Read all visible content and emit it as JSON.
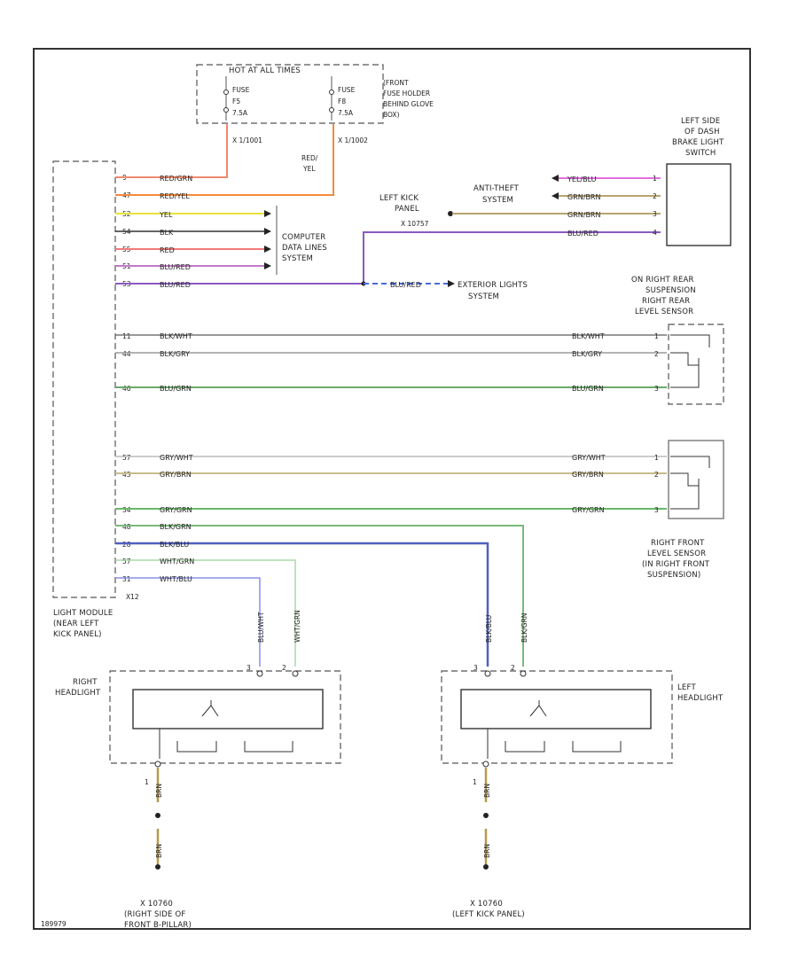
{
  "relay_box": {
    "title": "HOT AT ALL TIMES",
    "fuse_left": [
      "FUSE",
      "F5",
      "7.5A"
    ],
    "fuse_right": [
      "FUSE",
      "F8",
      "7.5A"
    ],
    "conn_left": "X 1/1001",
    "conn_right": "X 1/1002",
    "fuse_holder": [
      "(FRONT",
      "FUSE HOLDER",
      "BEHIND GLOVE",
      "BOX)"
    ]
  },
  "module": {
    "pins_upper": [
      "9",
      "47",
      "52",
      "54",
      "55",
      "51",
      "53"
    ],
    "pins_middle": [
      "11",
      "44",
      "46"
    ],
    "pins_lower": [
      "57",
      "43",
      "34",
      "48",
      "28",
      "57",
      "31"
    ],
    "name": [
      "LIGHT MODULE",
      "(NEAR LEFT",
      "KICK PANEL)"
    ],
    "conn": "X12"
  },
  "wires_upper": [
    "RED/GRN",
    "RED/YEL",
    "YEL",
    "BLK",
    "RED",
    "BLU/RED",
    "BLU/RED"
  ],
  "red_yel_label": [
    "RED/",
    "YEL"
  ],
  "computer_data": [
    "COMPUTER",
    "DATA LINES",
    "SYSTEM"
  ],
  "kick_panel": [
    "LEFT KICK",
    "PANEL",
    "X 10757"
  ],
  "anti_theft": [
    "ANTI-THEFT",
    "SYSTEM"
  ],
  "brake_switch": {
    "title": [
      "LEFT SIDE",
      "OF DASH",
      "BRAKE LIGHT",
      "SWITCH"
    ],
    "wires": [
      "YEL/BLU",
      "GRN/BRN",
      "GRN/BRN",
      "BLU/RED"
    ],
    "pins": [
      "1",
      "2",
      "3",
      "4"
    ]
  },
  "exterior": {
    "wire": "BLU/RED",
    "label": [
      "EXTERIOR LIGHTS",
      "SYSTEM"
    ]
  },
  "rear_sensor": {
    "title": [
      "ON RIGHT REAR",
      "SUSPENSION",
      "RIGHT REAR",
      "LEVEL SENSOR"
    ],
    "wires": [
      "BLK/WHT",
      "BLK/GRY",
      "BLU/GRN"
    ],
    "pins": [
      "1",
      "2",
      "3"
    ]
  },
  "front_sensor": {
    "wires": [
      "GRY/WHT",
      "GRY/BRN",
      "GRY/GRN"
    ],
    "pins": [
      "1",
      "2",
      "3"
    ],
    "title": [
      "RIGHT FRONT",
      "LEVEL SENSOR",
      "(IN RIGHT FRONT",
      "SUSPENSION)"
    ]
  },
  "lower_wires": [
    "BLK/GRN",
    "BLK/BLU",
    "WHT/GRN",
    "WHT/BLU"
  ],
  "right_headlight": {
    "title": [
      "RIGHT",
      "HEADLIGHT"
    ],
    "wire_a": "BLU/WHT",
    "wire_b": "WHT/GRN",
    "pin_a": "3",
    "pin_b": "2",
    "ground_pin": "1",
    "ground_wire": [
      "BRN",
      "BRN"
    ],
    "ground": [
      "X 10760",
      "(RIGHT SIDE OF",
      "FRONT B-PILLAR)"
    ]
  },
  "left_headlight": {
    "title": [
      "LEFT",
      "HEADLIGHT"
    ],
    "wire_a": "BLK/BLU",
    "wire_b": "BLK/GRN",
    "pin_a": "3",
    "pin_b": "2",
    "ground_pin": "1",
    "ground_wire": [
      "BRN",
      "BRN"
    ],
    "ground": [
      "X 10760",
      "(LEFT KICK PANEL)"
    ]
  },
  "diagram_id": "189979"
}
